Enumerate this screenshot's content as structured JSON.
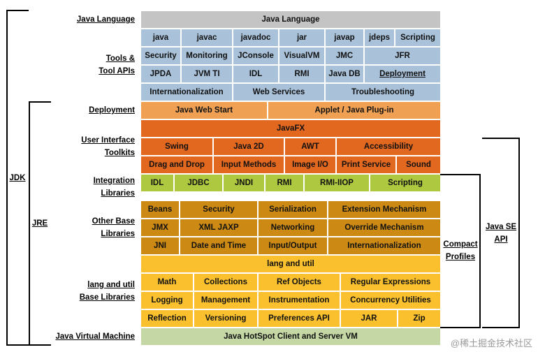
{
  "left_labels": {
    "java_language": "Java Language",
    "tools_1": "Tools &",
    "tools_2": "Tool APIs",
    "deployment": "Deployment",
    "ui_1": "User Interface",
    "ui_2": "Toolkits",
    "integration_1": "Integration",
    "integration_2": "Libraries",
    "other_1": "Other Base",
    "other_2": "Libraries",
    "langutil_1": "lang and util",
    "langutil_2": "Base Libraries",
    "jvm": "Java Virtual Machine"
  },
  "brackets": {
    "jdk": "JDK",
    "jre": "JRE",
    "compact_1": "Compact",
    "compact_2": "Profiles",
    "javase_1": "Java SE",
    "javase_2": "API"
  },
  "rows": {
    "java_language": [
      "Java Language"
    ],
    "tools_1": [
      "java",
      "javac",
      "javadoc",
      "jar",
      "javap",
      "jdeps",
      "Scripting"
    ],
    "tools_2": [
      "Security",
      "Monitoring",
      "JConsole",
      "VisualVM",
      "JMC",
      "JFR"
    ],
    "tools_3": [
      "JPDA",
      "JVM TI",
      "IDL",
      "RMI",
      "Java DB",
      "Deployment"
    ],
    "tools_4": [
      "Internationalization",
      "Web Services",
      "Troubleshooting"
    ],
    "deployment": [
      "Java Web Start",
      "Applet / Java Plug-in"
    ],
    "javafx": [
      "JavaFX"
    ],
    "ui_1": [
      "Swing",
      "Java 2D",
      "AWT",
      "Accessibility"
    ],
    "ui_2": [
      "Drag and Drop",
      "Input Methods",
      "Image I/O",
      "Print Service",
      "Sound"
    ],
    "integration": [
      "IDL",
      "JDBC",
      "JNDI",
      "RMI",
      "RMI-IIOP",
      "Scripting"
    ],
    "other_1": [
      "Beans",
      "Security",
      "Serialization",
      "Extension Mechanism"
    ],
    "other_2": [
      "JMX",
      "XML JAXP",
      "Networking",
      "Override Mechanism"
    ],
    "other_3": [
      "JNI",
      "Date and Time",
      "Input/Output",
      "Internationalization"
    ],
    "langutil": [
      "lang and util"
    ],
    "base_1": [
      "Math",
      "Collections",
      "Ref Objects",
      "Regular Expressions"
    ],
    "base_2": [
      "Logging",
      "Management",
      "Instrumentation",
      "Concurrency Utilities"
    ],
    "base_3": [
      "Reflection",
      "Versioning",
      "Preferences API",
      "JAR",
      "Zip"
    ],
    "jvm": [
      "Java HotSpot Client and Server VM"
    ]
  },
  "watermark": "@稀土掘金技术社区",
  "colors": {
    "grey": "#c4c4c4",
    "blue": "#a9c1d9",
    "light_orange": "#f0a052",
    "dark_orange": "#e2671f",
    "green": "#aec93f",
    "gold": "#cc8a14",
    "yellow": "#fbc02d",
    "sage": "#c4d7a4"
  }
}
